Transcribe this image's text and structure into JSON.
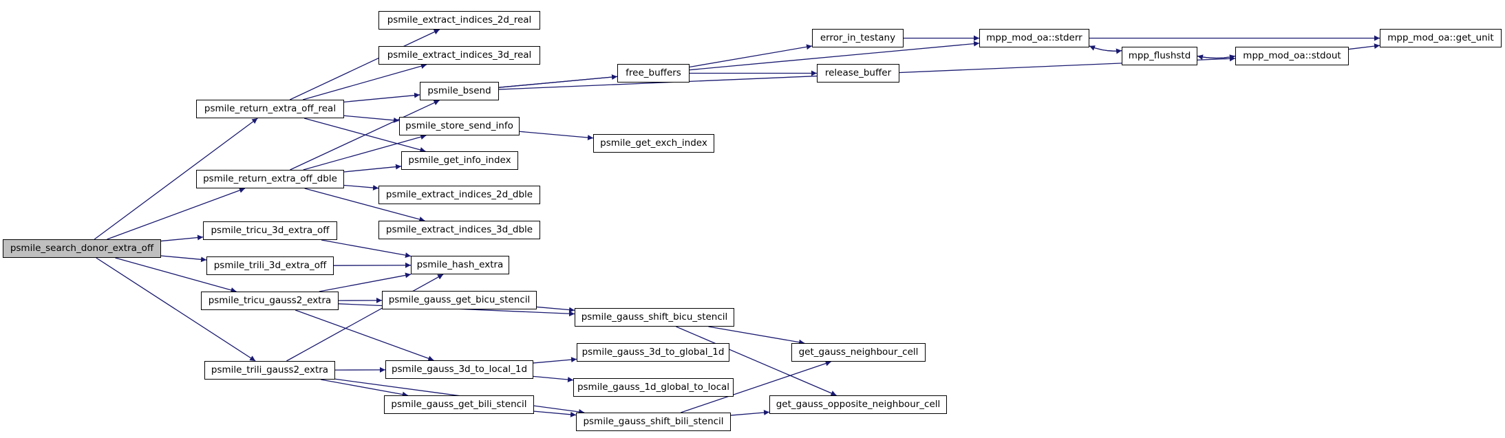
{
  "colors": {
    "edge": "#191970",
    "root_fill": "#bfbfbf",
    "node_fill": "#ffffff",
    "node_border": "#000000"
  },
  "nodes": [
    {
      "id": "search_donor",
      "label": "psmile_search_donor_extra_off",
      "root": true
    },
    {
      "id": "return_real",
      "label": "psmile_return_extra_off_real"
    },
    {
      "id": "return_dble",
      "label": "psmile_return_extra_off_dble"
    },
    {
      "id": "tricu3d",
      "label": "psmile_tricu_3d_extra_off"
    },
    {
      "id": "trili3d",
      "label": "psmile_trili_3d_extra_off"
    },
    {
      "id": "tricu_g2",
      "label": "psmile_tricu_gauss2_extra"
    },
    {
      "id": "trili_g2",
      "label": "psmile_trili_gauss2_extra"
    },
    {
      "id": "ext2d_real",
      "label": "psmile_extract_indices_2d_real"
    },
    {
      "id": "ext3d_real",
      "label": "psmile_extract_indices_3d_real"
    },
    {
      "id": "bsend",
      "label": "psmile_bsend"
    },
    {
      "id": "store_send",
      "label": "psmile_store_send_info"
    },
    {
      "id": "get_info",
      "label": "psmile_get_info_index"
    },
    {
      "id": "ext2d_dble",
      "label": "psmile_extract_indices_2d_dble"
    },
    {
      "id": "ext3d_dble",
      "label": "psmile_extract_indices_3d_dble"
    },
    {
      "id": "hash",
      "label": "psmile_hash_extra"
    },
    {
      "id": "get_bicu",
      "label": "psmile_gauss_get_bicu_stencil"
    },
    {
      "id": "g3d_local",
      "label": "psmile_gauss_3d_to_local_1d"
    },
    {
      "id": "get_bili",
      "label": "psmile_gauss_get_bili_stencil"
    },
    {
      "id": "shift_bicu",
      "label": "psmile_gauss_shift_bicu_stencil"
    },
    {
      "id": "shift_bili",
      "label": "psmile_gauss_shift_bili_stencil"
    },
    {
      "id": "g3d_global",
      "label": "psmile_gauss_3d_to_global_1d"
    },
    {
      "id": "g1d_local",
      "label": "psmile_gauss_1d_global_to_local"
    },
    {
      "id": "free_buf",
      "label": "free_buffers"
    },
    {
      "id": "exch_idx",
      "label": "psmile_get_exch_index"
    },
    {
      "id": "neigh",
      "label": "get_gauss_neighbour_cell"
    },
    {
      "id": "opp_neigh",
      "label": "get_gauss_opposite_neighbour_cell"
    },
    {
      "id": "err_test",
      "label": "error_in_testany"
    },
    {
      "id": "release",
      "label": "release_buffer"
    },
    {
      "id": "stderr",
      "label": "mpp_mod_oa::stderr"
    },
    {
      "id": "flushstd",
      "label": "mpp_flushstd"
    },
    {
      "id": "stdout",
      "label": "mpp_mod_oa::stdout"
    },
    {
      "id": "get_unit",
      "label": "mpp_mod_oa::get_unit"
    }
  ],
  "edges": [
    [
      "search_donor",
      "return_real"
    ],
    [
      "search_donor",
      "return_dble"
    ],
    [
      "search_donor",
      "tricu3d"
    ],
    [
      "search_donor",
      "trili3d"
    ],
    [
      "search_donor",
      "tricu_g2"
    ],
    [
      "search_donor",
      "trili_g2"
    ],
    [
      "return_real",
      "ext2d_real"
    ],
    [
      "return_real",
      "ext3d_real"
    ],
    [
      "return_real",
      "bsend"
    ],
    [
      "return_real",
      "store_send"
    ],
    [
      "return_real",
      "get_info"
    ],
    [
      "return_dble",
      "bsend"
    ],
    [
      "return_dble",
      "store_send"
    ],
    [
      "return_dble",
      "get_info"
    ],
    [
      "return_dble",
      "ext2d_dble"
    ],
    [
      "return_dble",
      "ext3d_dble"
    ],
    [
      "tricu3d",
      "hash"
    ],
    [
      "trili3d",
      "hash"
    ],
    [
      "tricu_g2",
      "hash"
    ],
    [
      "tricu_g2",
      "get_bicu"
    ],
    [
      "tricu_g2",
      "shift_bicu"
    ],
    [
      "tricu_g2",
      "g3d_local"
    ],
    [
      "trili_g2",
      "hash"
    ],
    [
      "trili_g2",
      "g3d_local"
    ],
    [
      "trili_g2",
      "get_bili"
    ],
    [
      "trili_g2",
      "shift_bili"
    ],
    [
      "bsend",
      "free_buf"
    ],
    [
      "bsend",
      "stderr"
    ],
    [
      "bsend",
      "stdout"
    ],
    [
      "store_send",
      "exch_idx"
    ],
    [
      "get_bicu",
      "shift_bicu"
    ],
    [
      "get_bili",
      "shift_bili"
    ],
    [
      "g3d_local",
      "g3d_global"
    ],
    [
      "g3d_local",
      "g1d_local"
    ],
    [
      "shift_bicu",
      "neigh"
    ],
    [
      "shift_bicu",
      "opp_neigh"
    ],
    [
      "shift_bili",
      "neigh"
    ],
    [
      "shift_bili",
      "opp_neigh"
    ],
    [
      "free_buf",
      "err_test"
    ],
    [
      "free_buf",
      "release"
    ],
    [
      "err_test",
      "stderr"
    ],
    [
      "stderr",
      "flushstd"
    ],
    [
      "stderr",
      "get_unit"
    ],
    [
      "flushstd",
      "stderr"
    ],
    [
      "flushstd",
      "stdout"
    ],
    [
      "stdout",
      "flushstd"
    ],
    [
      "stdout",
      "get_unit"
    ]
  ]
}
